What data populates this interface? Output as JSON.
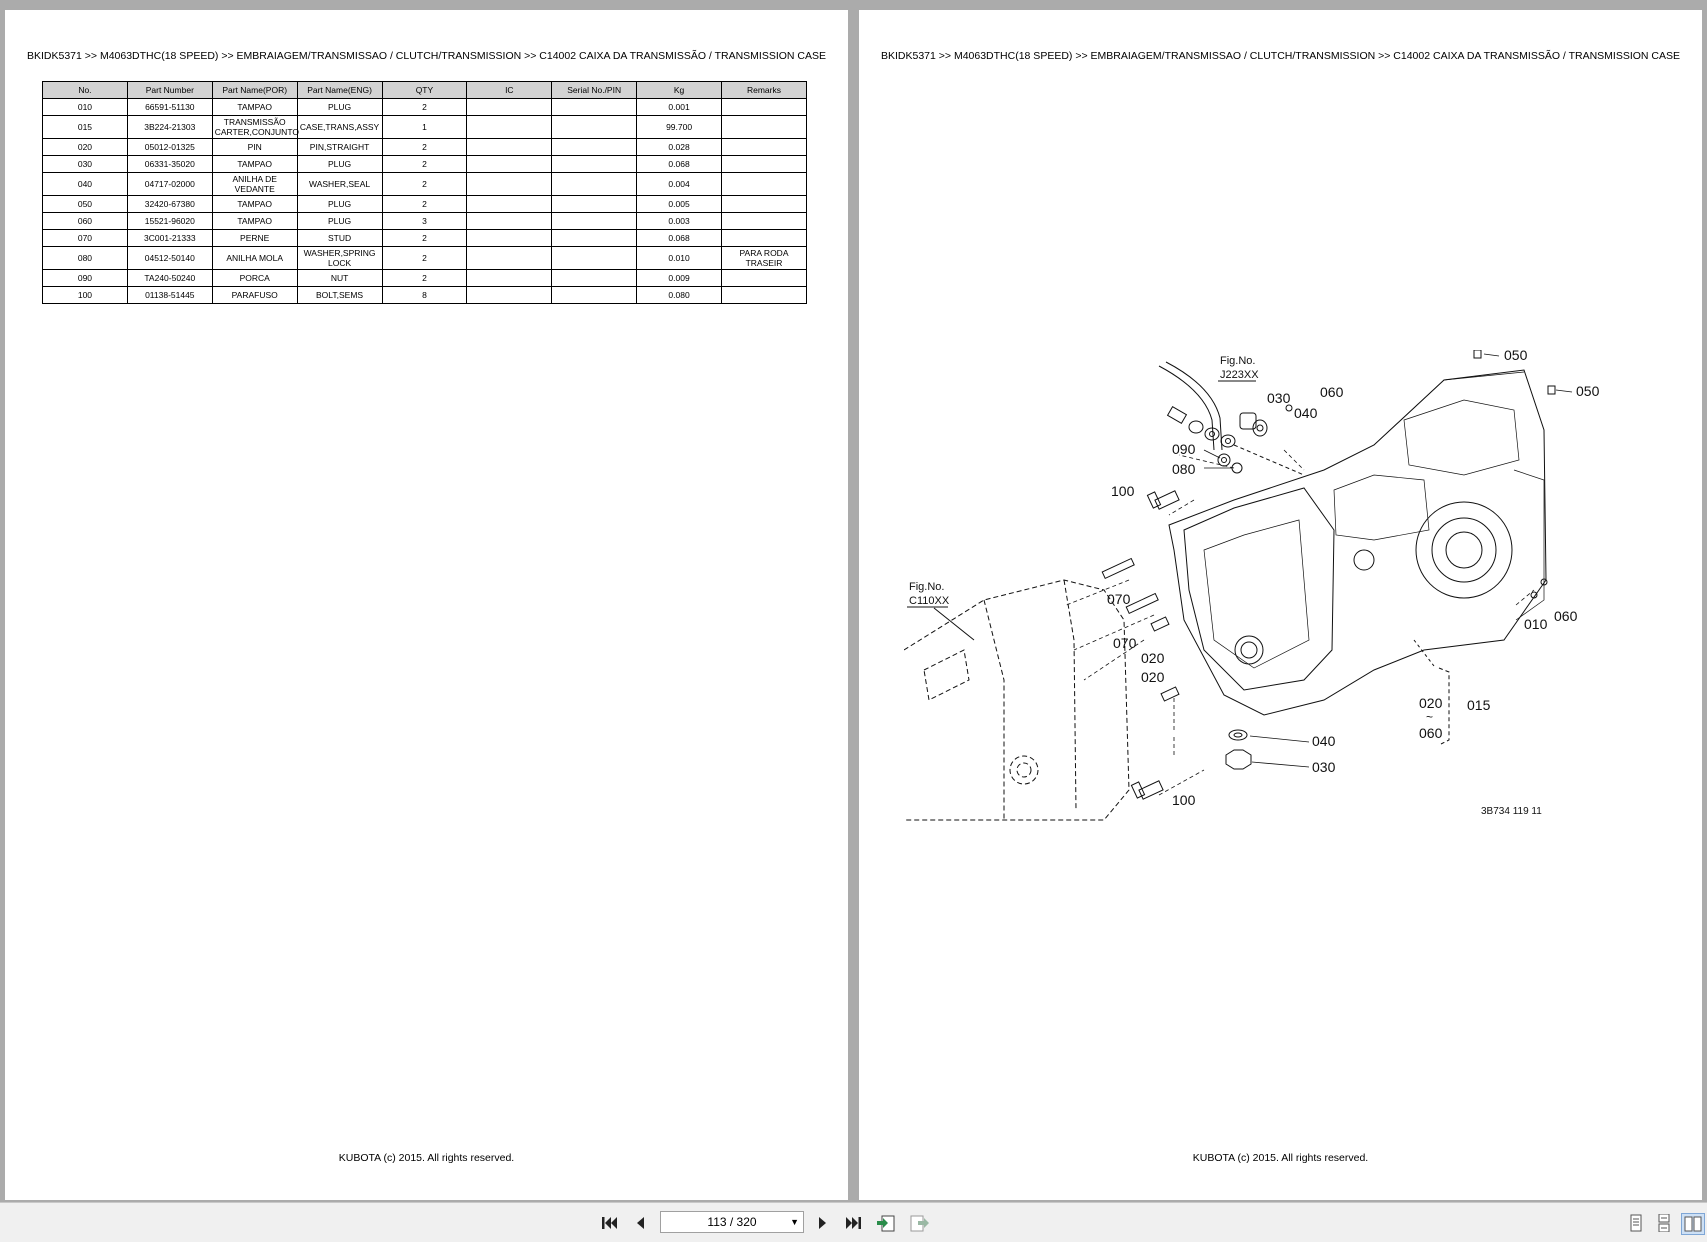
{
  "breadcrumb": "BKIDK5371 >> M4063DTHC(18 SPEED) >> EMBRAIAGEM/TRANSMISSAO / CLUTCH/TRANSMISSION >> C14002   CAIXA DA TRANSMISSÃO / TRANSMISSION CASE",
  "footer": "KUBOTA (c) 2015. All rights reserved.",
  "table": {
    "headers": [
      "No.",
      "Part Number",
      "Part Name(POR)",
      "Part Name(ENG)",
      "QTY",
      "IC",
      "Serial No./PIN",
      "Kg",
      "Remarks"
    ],
    "rows": [
      [
        "010",
        "66591-51130",
        "TAMPAO",
        "PLUG",
        "2",
        "",
        "",
        "0.001",
        ""
      ],
      [
        "015",
        "3B224-21303",
        "TRANSMISSÃO CARTER,CONJUNTO",
        "CASE,TRANS,ASSY",
        "1",
        "",
        "",
        "99.700",
        ""
      ],
      [
        "020",
        "05012-01325",
        "PIN",
        "PIN,STRAIGHT",
        "2",
        "",
        "",
        "0.028",
        ""
      ],
      [
        "030",
        "06331-35020",
        "TAMPAO",
        "PLUG",
        "2",
        "",
        "",
        "0.068",
        ""
      ],
      [
        "040",
        "04717-02000",
        "ANILHA DE VEDANTE",
        "WASHER,SEAL",
        "2",
        "",
        "",
        "0.004",
        ""
      ],
      [
        "050",
        "32420-67380",
        "TAMPAO",
        "PLUG",
        "2",
        "",
        "",
        "0.005",
        ""
      ],
      [
        "060",
        "15521-96020",
        "TAMPAO",
        "PLUG",
        "3",
        "",
        "",
        "0.003",
        ""
      ],
      [
        "070",
        "3C001-21333",
        "PERNE",
        "STUD",
        "2",
        "",
        "",
        "0.068",
        ""
      ],
      [
        "080",
        "04512-50140",
        "ANILHA MOLA",
        "WASHER,SPRING LOCK",
        "2",
        "",
        "",
        "0.010",
        "PARA RODA TRASEIR"
      ],
      [
        "090",
        "TA240-50240",
        "PORCA",
        "NUT",
        "2",
        "",
        "",
        "0.009",
        ""
      ],
      [
        "100",
        "01138-51445",
        "PARAFUSO",
        "BOLT,SEMS",
        "8",
        "",
        "",
        "0.080",
        ""
      ]
    ]
  },
  "diagram": {
    "figref1_a": "Fig.No.",
    "figref1_b": "J223XX",
    "figref2_a": "Fig.No.",
    "figref2_b": "C110XX",
    "code": "3B734  119  11",
    "labels": {
      "l050a": "050",
      "l050b": "050",
      "l030a": "030",
      "l040a": "040",
      "l060a": "060",
      "l090": "090",
      "l080": "080",
      "l100a": "100",
      "l070a": "070",
      "l070b": "070",
      "l020a": "020",
      "l020b": "020",
      "l010": "010",
      "l060b": "060",
      "l020c": "020",
      "l015": "015",
      "l060c": "060",
      "l040b": "040",
      "l030b": "030",
      "l100b": "100"
    }
  },
  "toolbar": {
    "page_indicator": "113 / 320"
  }
}
